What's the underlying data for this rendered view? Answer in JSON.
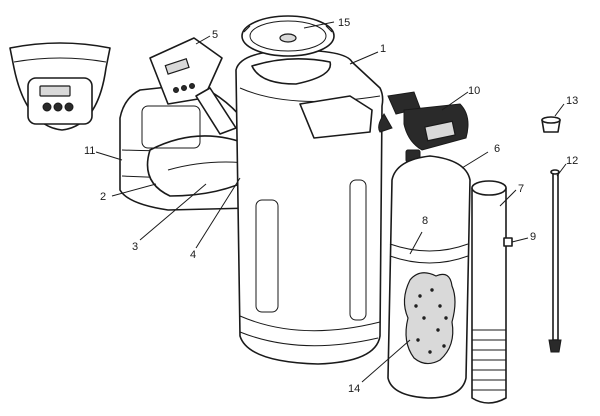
{
  "callouts": [
    {
      "id": "1",
      "text": "1"
    },
    {
      "id": "2",
      "text": "2"
    },
    {
      "id": "3",
      "text": "3"
    },
    {
      "id": "4",
      "text": "4"
    },
    {
      "id": "5",
      "text": "5"
    },
    {
      "id": "6",
      "text": "6"
    },
    {
      "id": "7",
      "text": "7"
    },
    {
      "id": "8",
      "text": "8"
    },
    {
      "id": "9",
      "text": "9"
    },
    {
      "id": "10",
      "text": "10"
    },
    {
      "id": "11",
      "text": "11"
    },
    {
      "id": "12",
      "text": "12"
    },
    {
      "id": "13",
      "text": "13"
    },
    {
      "id": "14",
      "text": "14"
    },
    {
      "id": "15",
      "text": "15"
    }
  ],
  "colors": {
    "line": "#1a1a1a",
    "background": "#ffffff",
    "shade": "#d9d9d9"
  }
}
